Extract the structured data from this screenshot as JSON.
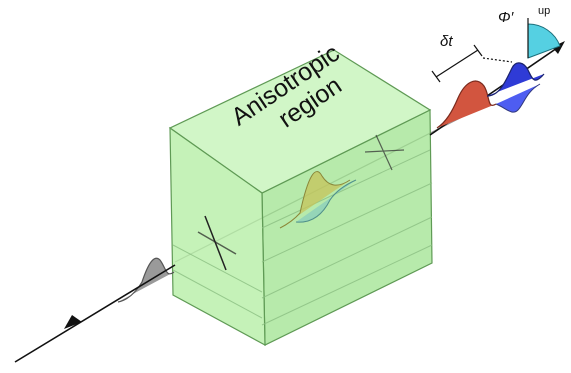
{
  "box": {
    "title_line1": "Anisotropic",
    "title_line2": "region",
    "face_color": "#aef0a0",
    "edge_color": "#5f9a55"
  },
  "annotations": {
    "delay": "δt",
    "angle": "Φ′",
    "up": "up"
  },
  "colors": {
    "input_wave": "#7d7d7d",
    "output_red": "#d2553f",
    "output_blue": "#2f3bd6",
    "angle_wedge": "#55d0e2",
    "inside_a": "#c6c35a",
    "inside_b": "#7fc7c2"
  },
  "icons": [
    "arrow-head-icon"
  ]
}
